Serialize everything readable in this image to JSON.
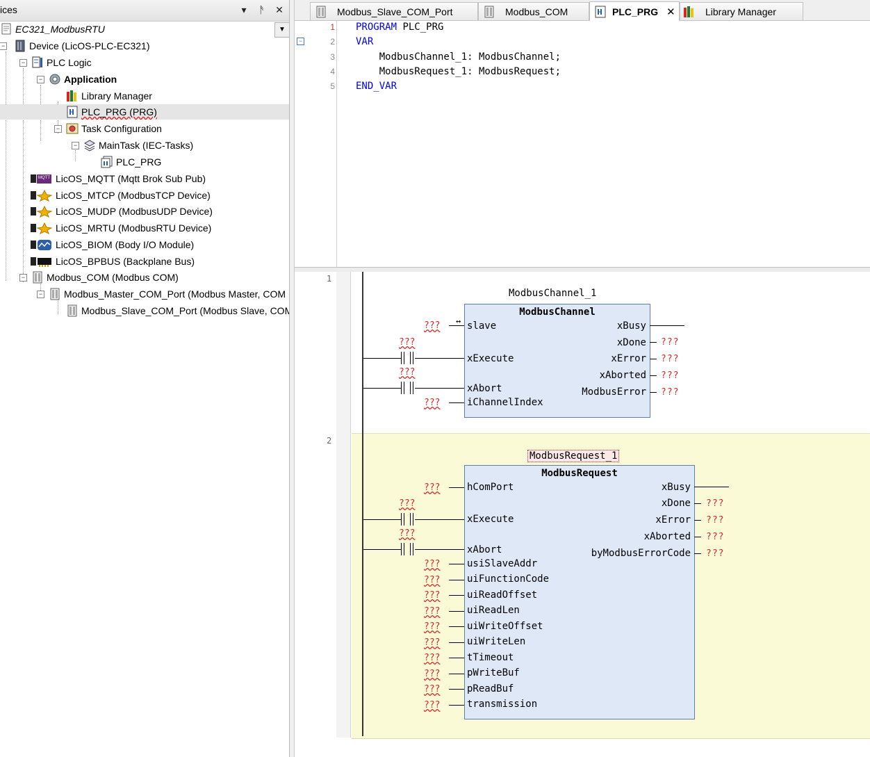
{
  "left_panel": {
    "title": "ices",
    "project": "EC321_ModbusRTU",
    "tree": [
      {
        "label": "Device (LicOS-PLC-EC321)"
      },
      {
        "label": "PLC Logic"
      },
      {
        "label": "Application"
      },
      {
        "label": "Library Manager"
      },
      {
        "label": "PLC_PRG (PRG)"
      },
      {
        "label": "Task Configuration"
      },
      {
        "label": "MainTask (IEC-Tasks)"
      },
      {
        "label": "PLC_PRG"
      },
      {
        "label": "LicOS_MQTT (Mqtt Brok Sub Pub)"
      },
      {
        "label": "LicOS_MTCP (ModbusTCP Device)"
      },
      {
        "label": "LicOS_MUDP (ModbusUDP Device)"
      },
      {
        "label": "LicOS_MRTU (ModbusRTU Device)"
      },
      {
        "label": "LicOS_BIOM (Body I/O Module)"
      },
      {
        "label": "LicOS_BPBUS (Backplane Bus)"
      },
      {
        "label": "Modbus_COM (Modbus COM)"
      },
      {
        "label": "Modbus_Master_COM_Port (Modbus Master, COM Po"
      },
      {
        "label": "Modbus_Slave_COM_Port (Modbus Slave, COM P"
      }
    ],
    "mqtt_badge": "MQTT"
  },
  "tabs": [
    {
      "label": "Modbus_Slave_COM_Port"
    },
    {
      "label": "Modbus_COM"
    },
    {
      "label": "PLC_PRG"
    },
    {
      "label": "Library Manager"
    }
  ],
  "declaration": {
    "line_numbers": [
      "1",
      "2",
      "3",
      "4",
      "5"
    ],
    "line1": {
      "kw": "PROGRAM",
      "rest": " PLC_PRG"
    },
    "line2": {
      "kw": "VAR"
    },
    "line3": "    ModbusChannel_1: ModbusChannel;",
    "line4": "    ModbusRequest_1: ModbusRequest;",
    "line5": {
      "kw": "END_VAR"
    }
  },
  "networks": [
    {
      "number": "1",
      "instance": "ModbusChannel_1",
      "type": "ModbusChannel",
      "inputs": [
        "slave",
        "xExecute",
        "xAbort",
        "iChannelIndex"
      ],
      "outputs": [
        "xBusy",
        "xDone",
        "xError",
        "xAborted",
        "ModbusError"
      ]
    },
    {
      "number": "2",
      "instance": "ModbusRequest_1",
      "type": "ModbusRequest",
      "inputs": [
        "hComPort",
        "xExecute",
        "xAbort",
        "usiSlaveAddr",
        "uiFunctionCode",
        "uiReadOffset",
        "uiReadLen",
        "uiWriteOffset",
        "uiWriteLen",
        "tTimeout",
        "pWriteBuf",
        "pReadBuf",
        "transmission"
      ],
      "outputs": [
        "xBusy",
        "xDone",
        "xError",
        "xAborted",
        "byModbusErrorCode"
      ]
    }
  ],
  "placeholder": "???",
  "swap_mark": "↔"
}
